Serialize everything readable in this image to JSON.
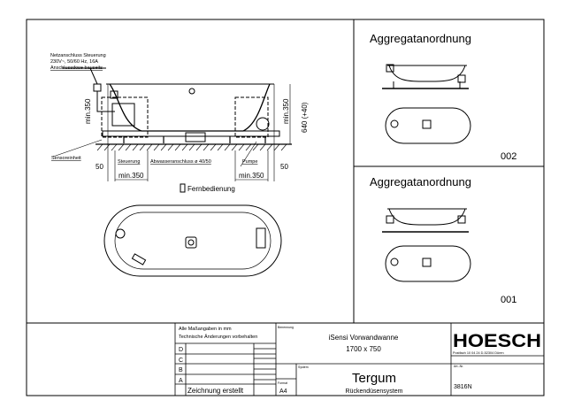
{
  "front_view": {
    "power_note": [
      "Netzanschluss Steuerung",
      "230V~, 50/60 Hz, 16A",
      "Anschlussdose bauseits"
    ],
    "min_left": "min.350",
    "min_right": "min.350",
    "height": "640 (+40)",
    "sensor_unit": "Sensoreinheit",
    "control": "Steuerung",
    "drain": "Abwasseranschluss ø 40/50",
    "pump": "Pumpe",
    "gap_left": "50",
    "gap_right": "50",
    "min_bottom_left": "min.350",
    "min_bottom_right": "min.350",
    "remote": "Fernbedienung"
  },
  "panels": [
    {
      "title": "Aggregatanordnung",
      "code": "002"
    },
    {
      "title": "Aggregatanordnung",
      "code": "001"
    }
  ],
  "title_block": {
    "notes": [
      "Alle Maßangaben in mm",
      "Technische Änderungen vorbehalten"
    ],
    "revisions": [
      "D",
      "C",
      "B",
      "A"
    ],
    "created": "Zeichnung erstellt",
    "designation_label": "Benennung",
    "product": "iSensi Vorwandwanne",
    "size": "1700 x 750",
    "system_label": "System",
    "system": "Tergum",
    "system_sub": "Rückendüsensystem",
    "format_label": "Format",
    "format": "A4",
    "brand": "HOESCH",
    "address": "Postfach 10 04 24    D-52304 Düren",
    "article_label": "Art.-Nr.",
    "article": "3816N"
  }
}
